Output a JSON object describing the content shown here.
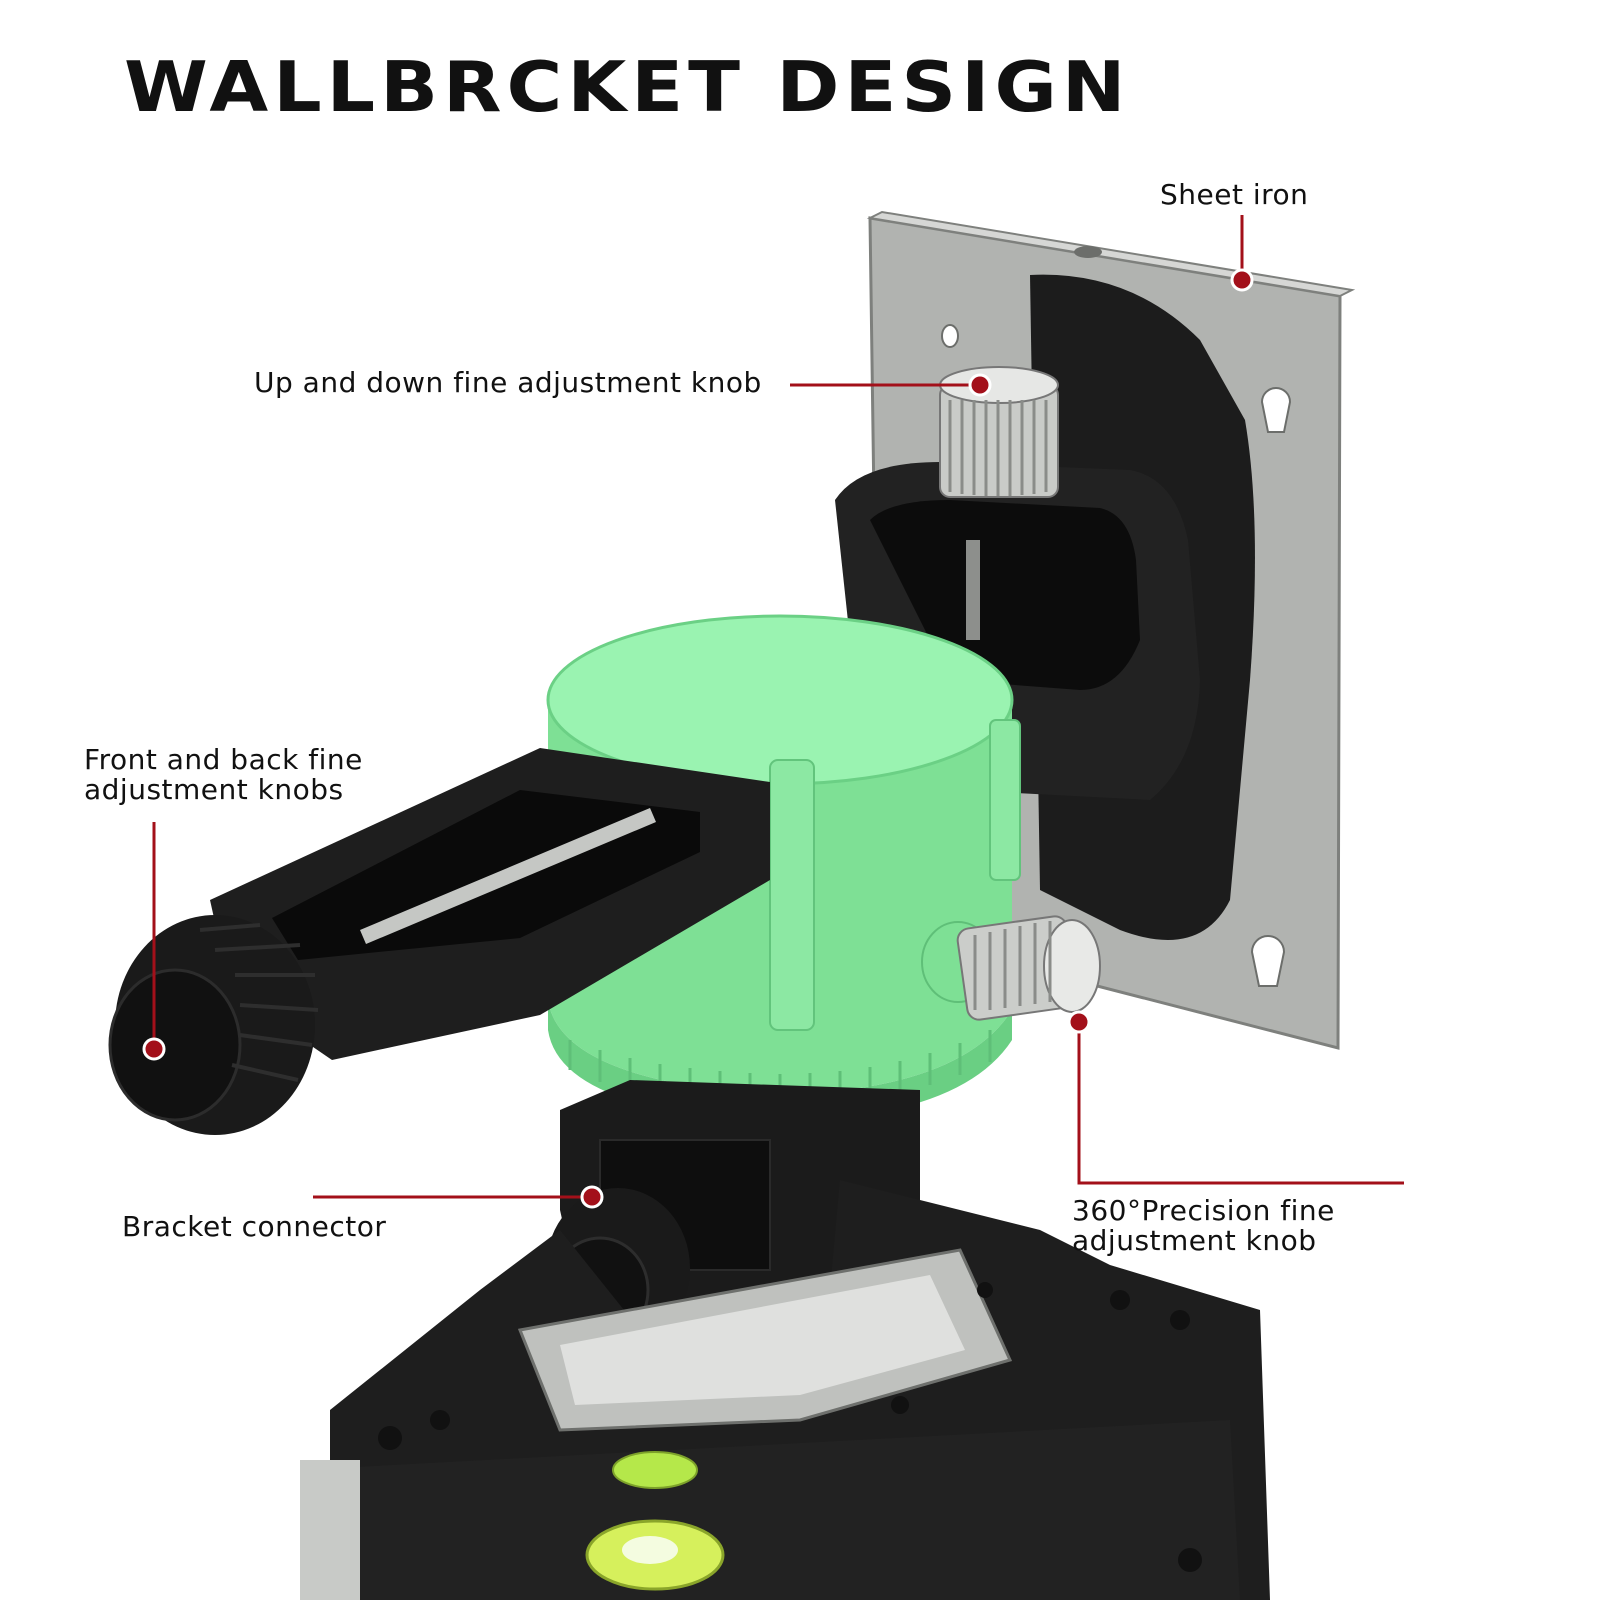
{
  "title": "WALLBRCKET DESIGN",
  "callouts": {
    "sheet_iron": "Sheet iron",
    "up_down_knob": "Up and down fine adjustment knob",
    "front_back_knobs": [
      "Front and back fine",
      "adjustment knobs"
    ],
    "bracket_connector": "Bracket connector",
    "precision_knob": [
      "360°Precision fine",
      "adjustment knob"
    ]
  },
  "colors": {
    "leader": "#a3101a",
    "green": "#8ff0a8",
    "black_plastic": "#1a1a1a",
    "steel": "#a8aaa8"
  }
}
